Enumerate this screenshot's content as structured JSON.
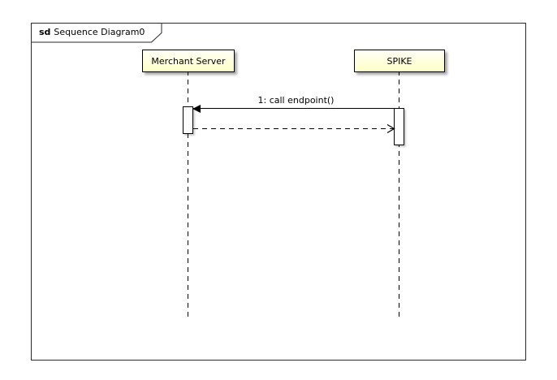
{
  "diagram": {
    "frame_keyword": "sd",
    "frame_title": "Sequence Diagram0"
  },
  "lifelines": [
    {
      "name": "Merchant Server"
    },
    {
      "name": "SPIKE"
    }
  ],
  "messages": {
    "call": {
      "label": "1: call endpoint()",
      "type": "sync-call"
    },
    "reply": {
      "type": "reply"
    }
  },
  "colors": {
    "lifeline_head_fill": "#ffffcc",
    "frame_background": "#ffffff",
    "line_color": "#000000"
  }
}
